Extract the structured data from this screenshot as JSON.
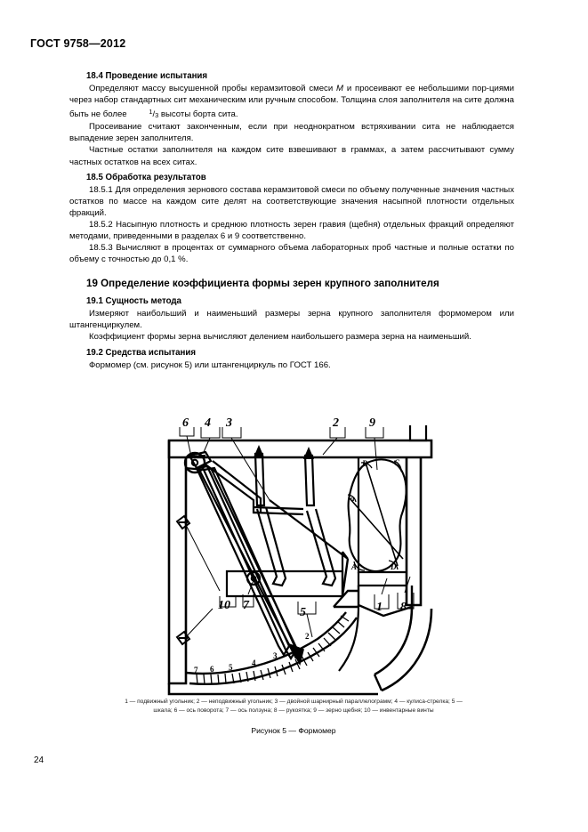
{
  "document": {
    "standard_header": "ГОСТ 9758—2012",
    "page_number": "24"
  },
  "sections": [
    {
      "id": "18.4",
      "heading": "18.4 Проведение испытания",
      "paragraphs": [
        "Определяют массу высушенной пробы керамзитовой смеси M и просеивают ее небольшими порциями через набор стандартных сит механическим или ручным способом. Толщина слоя заполнителя на сите должна быть не более 1/3 высоты борта сита.",
        "Просеивание считают законченным, если при неоднократном встряхивании сита не наблюдается выпадение зерен заполнителя.",
        "Частные остатки заполнителя на каждом сите взвешивают в граммах, а затем рассчитывают сумму частных остатков на всех ситах."
      ]
    },
    {
      "id": "18.5",
      "heading": "18.5 Обработка результатов",
      "paragraphs": [
        "18.5.1 Для определения зернового состава керамзитовой смеси по объему полученные значения частных остатков по массе на каждом сите делят на соответствующие значения насыпной плотности отдельных фракций.",
        "18.5.2 Насыпную плотность и среднюю плотность зерен гравия (щебня) отдельных фракций определяют методами, приведенными в разделах 6 и 9 соответственно.",
        "18.5.3 Вычисляют в процентах от суммарного объема лабораторных проб частные и полные остатки по объему с точностью до 0,1 %."
      ]
    },
    {
      "id": "19",
      "heading": "19 Определение коэффициента формы зерен крупного заполнителя",
      "subsections": [
        {
          "id": "19.1",
          "heading": "19.1 Сущность метода",
          "paragraphs": [
            "Измеряют наибольший и наименьший размеры зерна крупного заполнителя формомером или штангенциркулем.",
            "Коэффициент формы зерна вычисляют делением наибольшего размера зерна на наименьший."
          ]
        },
        {
          "id": "19.2",
          "heading": "19.2 Средства испытания",
          "paragraphs": [
            "Формомер (см. рисунок 5) или штангенциркуль по ГОСТ 166."
          ]
        }
      ]
    }
  ],
  "text_fragments": {
    "p18_4_1_a": "Определяют массу высушенной пробы керамзитовой смеси ",
    "p18_4_1_m": "M",
    "p18_4_1_b": " и просеивают ее небольшими пор-циями через набор стандартных сит механическим или ручным способом. Толщина слоя заполнителя на сите должна быть не более ",
    "p18_4_1_frac_num": "1",
    "p18_4_1_frac_den": "3",
    "p18_4_1_c": " высоты борта сита."
  },
  "figure": {
    "number": "5",
    "title": "Рисунок 5 — Формомер",
    "legend_line1": "1 — подвижный угольник; 2 — неподвижный угольник; 3 — двойной шарнирный параллелограмм; 4 — кулиса-стрелка; 5 —",
    "legend_line2": "шкала; 6 — ось поворота; 7 — ось ползуна; 8 — рукоятка; 9 — зерно щебня; 10 — инвентарные винты",
    "callouts": [
      {
        "id": "6",
        "label": "6"
      },
      {
        "id": "4",
        "label": "4"
      },
      {
        "id": "3",
        "label": "3"
      },
      {
        "id": "2",
        "label": "2"
      },
      {
        "id": "9",
        "label": "9"
      },
      {
        "id": "10",
        "label": "10"
      },
      {
        "id": "7",
        "label": "7"
      },
      {
        "id": "5",
        "label": "5"
      },
      {
        "id": "1",
        "label": "1"
      },
      {
        "id": "8",
        "label": "8"
      }
    ],
    "scale_ticks": [
      "7",
      "6",
      "5",
      "4",
      "3",
      "2"
    ],
    "grain_vertices": [
      "B",
      "C",
      "A",
      "D",
      "a"
    ],
    "colors": {
      "line": "#000000",
      "background": "#ffffff"
    }
  }
}
